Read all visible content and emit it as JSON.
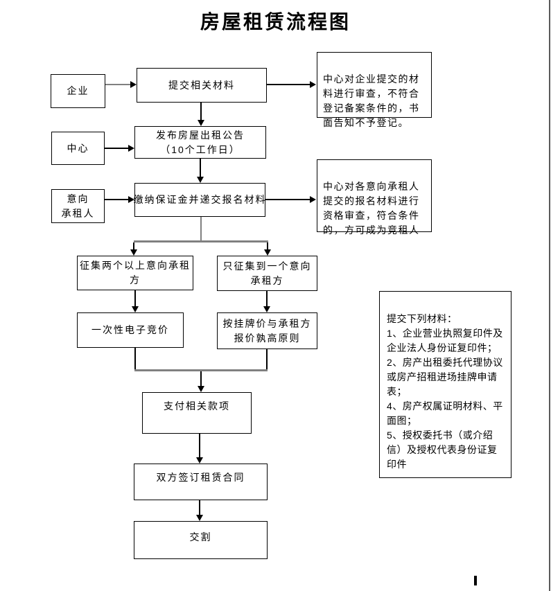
{
  "title": "房屋租赁流程图",
  "flowchart": {
    "boxes": {
      "enterprise": "企业",
      "submit_materials": "提交相关材料",
      "center": "中心",
      "publish_notice": "发布房屋出租公告\n（10个工作日）",
      "intended_lessee": "意向\n承租人",
      "pay_deposit": "缴纳保证金并递交报名材料",
      "two_or_more": "征集两个以上意向承租\n方",
      "only_one": "只征集到一个意向\n承租方",
      "e_bidding": "一次性电子竞价",
      "price_rule": "按挂牌价与承租方\n报价孰高原则",
      "payment": "支付相关款项",
      "sign_contract": "双方签订租赁合同",
      "handover": "交割"
    },
    "notes": {
      "review_enterprise": "中心对企业提交的材料进行审查，不符合登记备案条件的，书面告知不予登记。",
      "review_lessee": "中心对各意向承租人提交的报名材料进行资格审查，符合条件的，方可成为竞租人",
      "materials": "提交下列材料：\n1、企业营业执照复印件及企业法人身份证复印件；\n2、房产出租委托代理协议或房产招租进场挂牌申请表；\n4、房产权属证明材料、平面图；\n5、授权委托书（或介绍信）及授权代表身份证复印件"
    }
  },
  "colors": {
    "line": "#000000",
    "connector": "#808080",
    "page_edge": "#595959"
  }
}
